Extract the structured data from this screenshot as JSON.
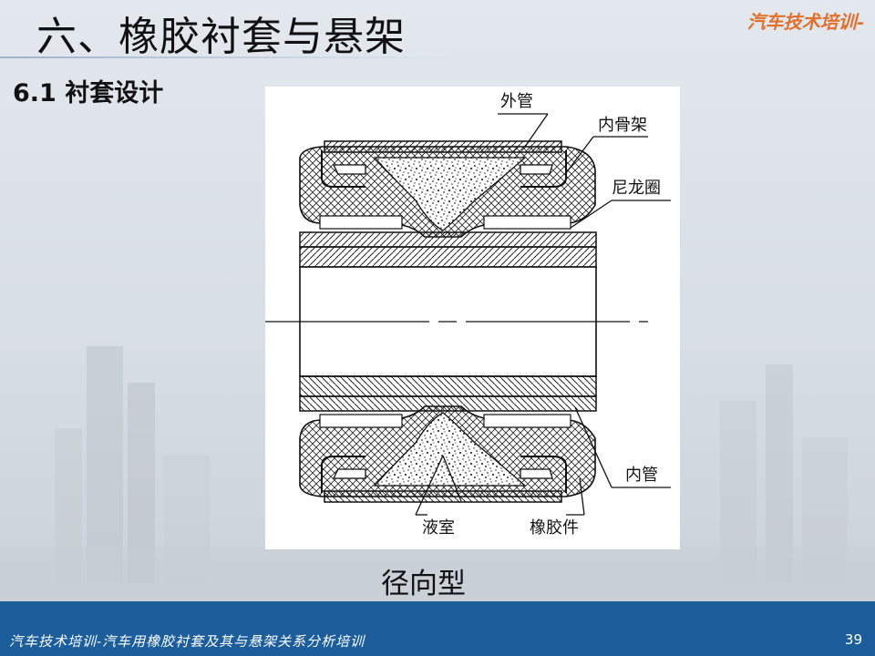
{
  "header": {
    "title": "六、橡胶衬套与悬架",
    "brand": "汽车技术培训-",
    "section": "6.1 衬套设计"
  },
  "figure": {
    "labels": {
      "outer_tube": "外管",
      "inner_frame": "内骨架",
      "nylon_ring": "尼龙圈",
      "inner_tube": "内管",
      "fluid_chamber": "液室",
      "rubber_part": "橡胶件"
    },
    "caption": "径向型"
  },
  "footer": {
    "text": "汽车技术培训-汽车用橡胶衬套及其与悬架关系分析培训",
    "page": "39"
  },
  "colors": {
    "footer_bg": "#1c5e9c",
    "brand": "#e2702a"
  }
}
